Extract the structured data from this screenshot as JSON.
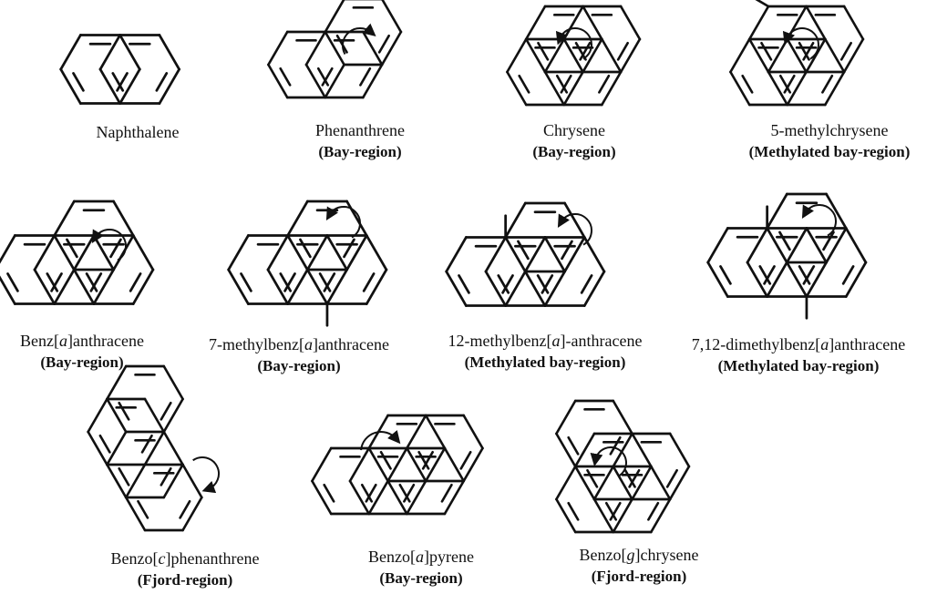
{
  "molecules": [
    {
      "id": "naphthalene",
      "name": [
        "Naphthalene"
      ],
      "region": ""
    },
    {
      "id": "phenanthrene",
      "name": [
        "Phenanthrene"
      ],
      "region": "(Bay-region)"
    },
    {
      "id": "chrysene",
      "name": [
        "Chrysene"
      ],
      "region": "(Bay-region)"
    },
    {
      "id": "5-methylchrysene",
      "name": [
        "5-methylchrysene"
      ],
      "region": "(Methylated bay-region)"
    },
    {
      "id": "benz-a-anthracene",
      "name": [
        "Benz[",
        "a",
        "]anthracene"
      ],
      "region": "(Bay-region)"
    },
    {
      "id": "7-methylbenz-a-anthracene",
      "name": [
        "7-methylbenz[",
        "a",
        "]anthracene"
      ],
      "region": "(Bay-region)"
    },
    {
      "id": "12-methylbenz-a-anthracene",
      "name": [
        "12-methylbenz[",
        "a",
        "]-anthracene"
      ],
      "region": "(Methylated bay-region)"
    },
    {
      "id": "7-12-dimethylbenz-a-anthracene",
      "name": [
        "7,12-dimethylbenz[",
        "a",
        "]anthracene"
      ],
      "region": "(Methylated bay-region)"
    },
    {
      "id": "benzo-c-phenanthrene",
      "name": [
        "Benzo[",
        "c",
        "]phenanthrene"
      ],
      "region": "(Fjord-region)"
    },
    {
      "id": "benzo-a-pyrene",
      "name": [
        "Benzo[",
        "a",
        "]pyrene"
      ],
      "region": "(Bay-region)"
    },
    {
      "id": "benzo-g-chrysene",
      "name": [
        "Benzo[",
        "g",
        "]chrysene"
      ],
      "region": "(Fjord-region)"
    }
  ]
}
